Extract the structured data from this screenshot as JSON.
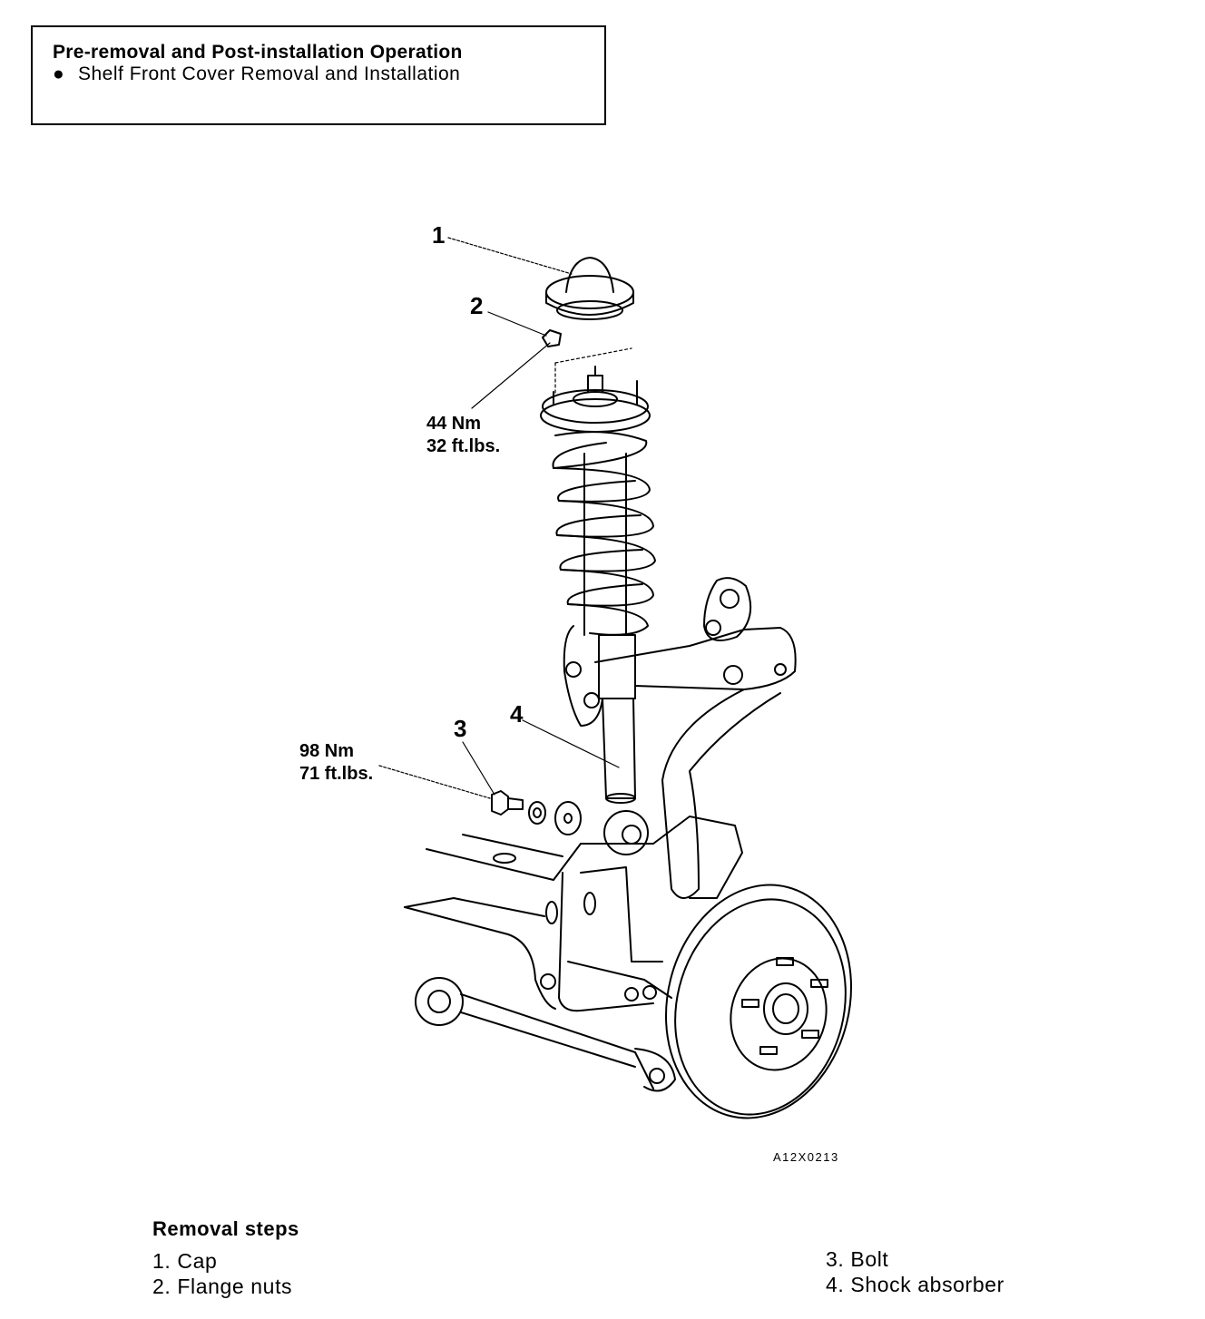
{
  "preop": {
    "title": "Pre-removal and Post-installation Operation",
    "bullet": "●",
    "item": "Shelf Front Cover Removal and Installation"
  },
  "figure": {
    "callouts": {
      "c1": "1",
      "c2": "2",
      "c3": "3",
      "c4": "4"
    },
    "torque_a": {
      "metric": "44 Nm",
      "imperial": "32 ft.lbs."
    },
    "torque_b": {
      "metric": "98 Nm",
      "imperial": "71 ft.lbs."
    },
    "code": "A12X0213"
  },
  "removal": {
    "heading": "Removal steps",
    "steps": [
      "1. Cap",
      "2. Flange nuts",
      "3. Bolt",
      "4. Shock absorber"
    ]
  }
}
